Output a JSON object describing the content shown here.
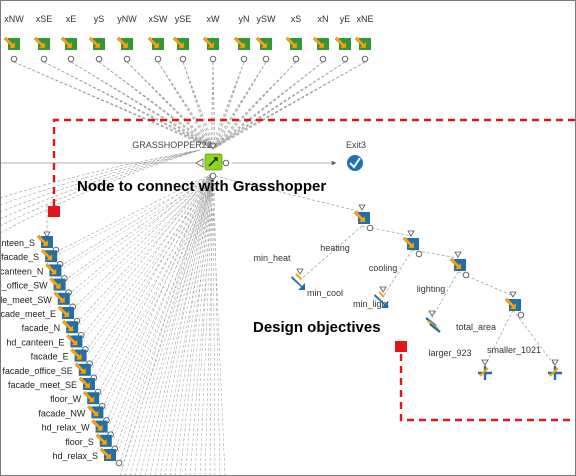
{
  "top_variables": [
    "xNW",
    "xSE",
    "xE",
    "yS",
    "yNW",
    "xSW",
    "ySE",
    "xW",
    "yN",
    "ySW",
    "xS",
    "xN",
    "yE",
    "xNE"
  ],
  "grasshopper_node": {
    "label": "GRASSHOPPER22"
  },
  "exit_node": {
    "label": "Exit3"
  },
  "annotations": {
    "connect": "Node to connect with Grasshopper",
    "objectives": "Design objectives"
  },
  "left_variables": [
    "canteen_S",
    "facade_S",
    "canteen_N",
    "e_office_SW",
    "facade_meet_SW",
    "facade_meet_E",
    "facade_N",
    "hd_canteen_E",
    "facade_E",
    "facade_office_SE",
    "facade_meet_SE",
    "floor_W",
    "facade_NW",
    "hd_relax_W",
    "floor_S",
    "hd_relax_S"
  ],
  "objective_branches": [
    "heating",
    "cooling",
    "lighting",
    "total_area"
  ],
  "objective_leaves": [
    "min_heat",
    "min_cool",
    "min_light",
    "larger_923",
    "smaller_1021"
  ],
  "colors": {
    "annotation_dashed": "#e0161b",
    "green_node": "#2f9a35",
    "blue_node": "#1f6faa",
    "orange_arrow": "#f4a21a",
    "checkmark": "#1c72b8",
    "edge_gray": "#9b9b9b",
    "node_lime": "#8fd420"
  }
}
